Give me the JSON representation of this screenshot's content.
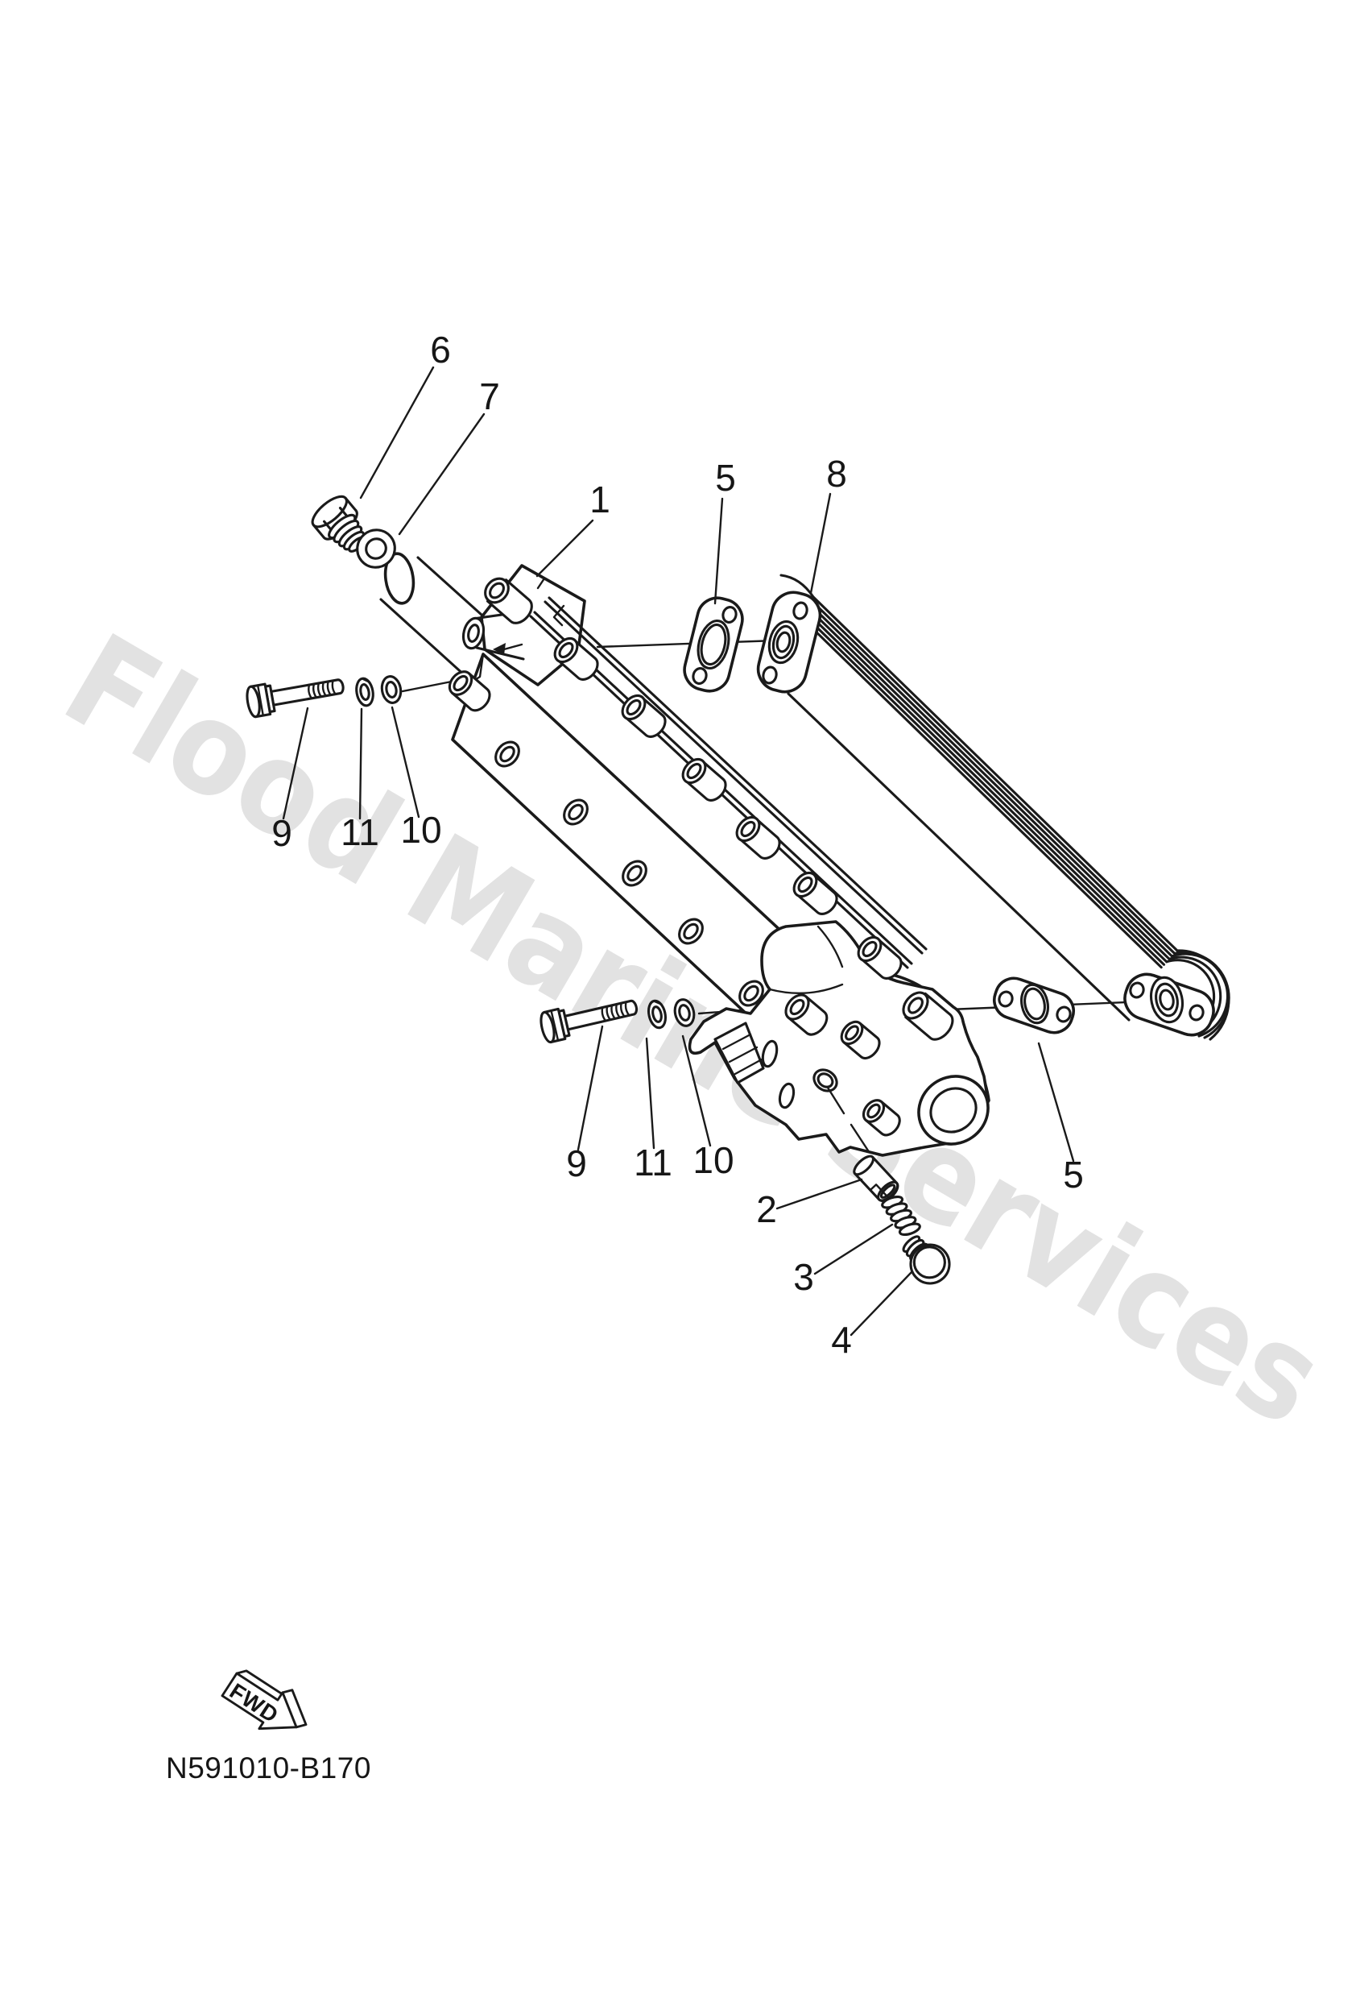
{
  "document": {
    "background": "#ffffff",
    "ink_color": "#1a1a1a",
    "watermark": {
      "text": "Flood Marine Services",
      "color": "#e2e2e2"
    },
    "drawing_code": "N591010-B170",
    "direction_arrow": {
      "label": "FWD"
    }
  },
  "diagram": {
    "type": "exploded-parts-line-drawing",
    "callouts": [
      "6",
      "7",
      "1",
      "5",
      "8",
      "9",
      "11",
      "10",
      "9",
      "11",
      "10",
      "2",
      "3",
      "4",
      "5"
    ]
  }
}
